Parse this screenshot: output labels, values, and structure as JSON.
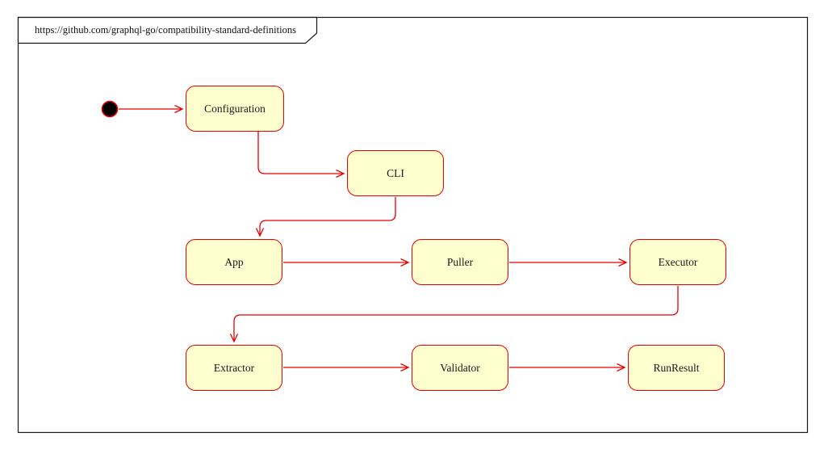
{
  "frame": {
    "title": "https://github.com/graphql-go/compatibility-standard-definitions"
  },
  "diagram": {
    "type": "state-diagram",
    "has_initial_state_dot": true,
    "nodes": [
      {
        "id": "configuration",
        "label": "Configuration"
      },
      {
        "id": "cli",
        "label": "CLI"
      },
      {
        "id": "app",
        "label": "App"
      },
      {
        "id": "puller",
        "label": "Puller"
      },
      {
        "id": "executor",
        "label": "Executor"
      },
      {
        "id": "extractor",
        "label": "Extractor"
      },
      {
        "id": "validator",
        "label": "Validator"
      },
      {
        "id": "runresult",
        "label": "RunResult"
      }
    ],
    "edges": [
      {
        "from": "initial-state",
        "to": "Configuration"
      },
      {
        "from": "Configuration",
        "to": "CLI"
      },
      {
        "from": "CLI",
        "to": "App"
      },
      {
        "from": "App",
        "to": "Puller"
      },
      {
        "from": "Puller",
        "to": "Executor"
      },
      {
        "from": "Executor",
        "to": "Extractor"
      },
      {
        "from": "Extractor",
        "to": "Validator"
      },
      {
        "from": "Validator",
        "to": "RunResult"
      }
    ],
    "colors": {
      "node_fill": "#fefece",
      "node_border": "#e60000",
      "arrow": "#e60000",
      "frame_border": "#181818",
      "text": "#1a1a1a",
      "initial_dot_fill": "#000000"
    }
  }
}
